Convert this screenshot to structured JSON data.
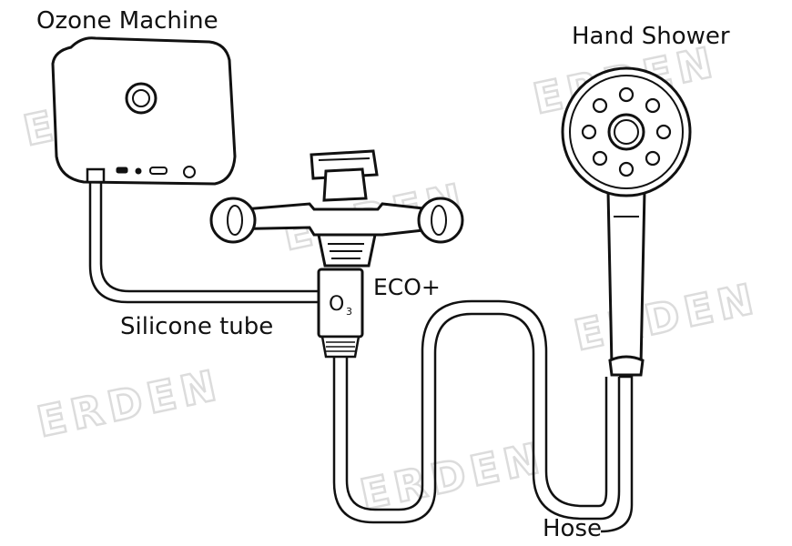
{
  "labels": {
    "ozone_machine": "Ozone Machine",
    "hand_shower": "Hand Shower",
    "eco": "ECO+",
    "silicone_tube": "Silicone tube",
    "hose": "Hose"
  },
  "adapter": {
    "symbol": "O",
    "subscript": "3"
  },
  "watermark": {
    "text": "ERDEN"
  },
  "colors": {
    "stroke": "#111111",
    "watermark": "#dcdcdc",
    "background": "#ffffff"
  }
}
